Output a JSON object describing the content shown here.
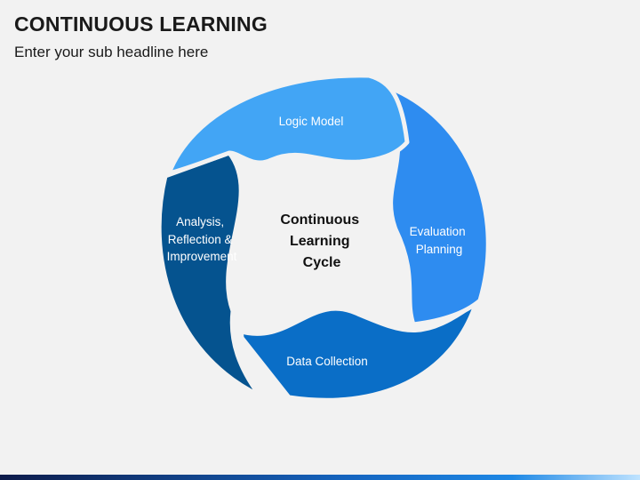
{
  "header": {
    "title": "CONTINUOUS LEARNING",
    "subtitle": "Enter your sub headline here"
  },
  "cycle": {
    "center": [
      "Continuous",
      "Learning",
      "Cycle"
    ],
    "segments": [
      {
        "name": "logic-model",
        "lines": [
          "Logic Model"
        ],
        "color": "#42a5f5"
      },
      {
        "name": "evaluation-planning",
        "lines": [
          "Evaluation",
          "Planning"
        ],
        "color": "#2e8cf0"
      },
      {
        "name": "data-collection",
        "lines": [
          "Data Collection"
        ],
        "color": "#0a6ec7"
      },
      {
        "name": "analysis-reflection-improvement",
        "lines": [
          "Analysis,",
          "Reflection &",
          "Improvement"
        ],
        "color": "#05538f"
      }
    ]
  }
}
